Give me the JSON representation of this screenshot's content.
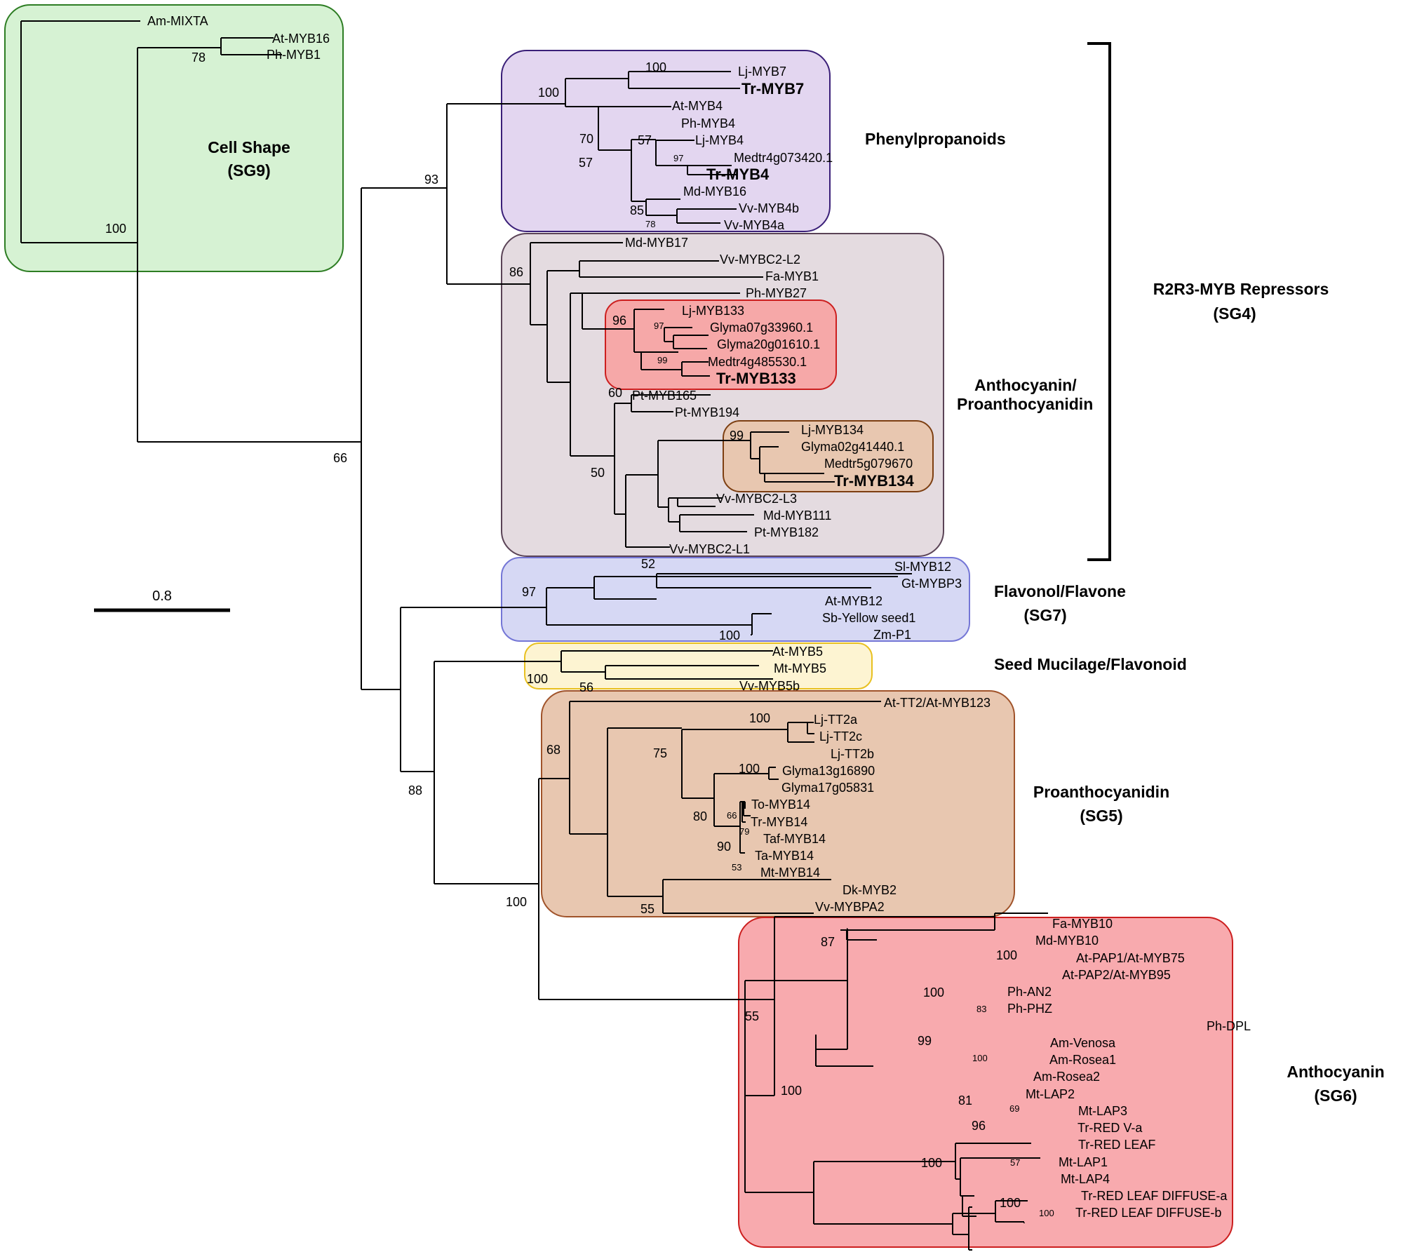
{
  "scale_bar": {
    "label": "0.8"
  },
  "groups": [
    {
      "id": "cell-shape",
      "fill": "#d6f2d3",
      "stroke": "#2d7d23",
      "label": [
        "Cell Shape",
        "(SG9)"
      ]
    },
    {
      "id": "phenylpropanoids",
      "fill": "#e3d6f0",
      "stroke": "#3a1f78",
      "label": [
        "Phenylpropanoids"
      ]
    },
    {
      "id": "anthocyanin-proanthocyanidin",
      "fill": "#e4dbe0",
      "stroke": "#5a4356",
      "label": [
        "Anthocyanin/",
        "Proanthocyanidin"
      ]
    },
    {
      "id": "myb133-subclade",
      "fill": "#f6a8a8",
      "stroke": "#cc1f1f",
      "label": []
    },
    {
      "id": "myb134-subclade",
      "fill": "#e8c7b0",
      "stroke": "#7d3f12",
      "label": []
    },
    {
      "id": "flavonol-flavone",
      "fill": "#d6d8f4",
      "stroke": "#7476d6",
      "label": [
        "Flavonol/Flavone",
        "(SG7)"
      ]
    },
    {
      "id": "seed-mucilage",
      "fill": "#fdf4d2",
      "stroke": "#e8c020",
      "label": [
        "Seed Mucilage/Flavonoid"
      ]
    },
    {
      "id": "proanthocyanidin",
      "fill": "#e8c7b0",
      "stroke": "#a0532a",
      "label": [
        "Proanthocyanidin",
        "(SG5)"
      ]
    },
    {
      "id": "anthocyanin",
      "fill": "#f8aaae",
      "stroke": "#cc1f1f",
      "label": [
        "Anthocyanin",
        "(SG6)"
      ]
    }
  ],
  "repressors_bracket": {
    "label": [
      "R2R3-MYB Repressors",
      "(SG4)"
    ]
  },
  "leaves": [
    {
      "name": "Am-MIXTA",
      "bold": false
    },
    {
      "name": "At-MYB16",
      "bold": false
    },
    {
      "name": "Ph-MYB1",
      "bold": false
    },
    {
      "name": "Lj-MYB7",
      "bold": false
    },
    {
      "name": "Tr-MYB7",
      "bold": true
    },
    {
      "name": "At-MYB4",
      "bold": false
    },
    {
      "name": "Ph-MYB4",
      "bold": false
    },
    {
      "name": "Lj-MYB4",
      "bold": false
    },
    {
      "name": "Medtr4g073420.1",
      "bold": false
    },
    {
      "name": "Tr-MYB4",
      "bold": true
    },
    {
      "name": "Md-MYB16",
      "bold": false
    },
    {
      "name": "Vv-MYB4b",
      "bold": false
    },
    {
      "name": "Vv-MYB4a",
      "bold": false
    },
    {
      "name": "Md-MYB17",
      "bold": false
    },
    {
      "name": "Vv-MYBC2-L2",
      "bold": false
    },
    {
      "name": "Fa-MYB1",
      "bold": false
    },
    {
      "name": "Ph-MYB27",
      "bold": false
    },
    {
      "name": "Lj-MYB133",
      "bold": false
    },
    {
      "name": "Glyma07g33960.1",
      "bold": false
    },
    {
      "name": "Glyma20g01610.1",
      "bold": false
    },
    {
      "name": "Medtr4g485530.1",
      "bold": false
    },
    {
      "name": "Tr-MYB133",
      "bold": true
    },
    {
      "name": "Pt-MYB165",
      "bold": false
    },
    {
      "name": "Pt-MYB194",
      "bold": false
    },
    {
      "name": "Lj-MYB134",
      "bold": false
    },
    {
      "name": "Glyma02g41440.1",
      "bold": false
    },
    {
      "name": "Medtr5g079670",
      "bold": false
    },
    {
      "name": "Tr-MYB134",
      "bold": true
    },
    {
      "name": "Vv-MYBC2-L3",
      "bold": false
    },
    {
      "name": "Md-MYB111",
      "bold": false
    },
    {
      "name": "Pt-MYB182",
      "bold": false
    },
    {
      "name": "Vv-MYBC2-L1",
      "bold": false
    },
    {
      "name": "Sl-MYB12",
      "bold": false
    },
    {
      "name": "Gt-MYBP3",
      "bold": false
    },
    {
      "name": "At-MYB12",
      "bold": false
    },
    {
      "name": "Sb-Yellow seed1",
      "bold": false
    },
    {
      "name": "Zm-P1",
      "bold": false
    },
    {
      "name": "At-MYB5",
      "bold": false
    },
    {
      "name": "Mt-MYB5",
      "bold": false
    },
    {
      "name": "Vv-MYB5b",
      "bold": false
    },
    {
      "name": "At-TT2/At-MYB123",
      "bold": false
    },
    {
      "name": "Lj-TT2a",
      "bold": false
    },
    {
      "name": "Lj-TT2c",
      "bold": false
    },
    {
      "name": "Lj-TT2b",
      "bold": false
    },
    {
      "name": "Glyma13g16890",
      "bold": false
    },
    {
      "name": "Glyma17g05831",
      "bold": false
    },
    {
      "name": "To-MYB14",
      "bold": false
    },
    {
      "name": "Tr-MYB14",
      "bold": false
    },
    {
      "name": "Taf-MYB14",
      "bold": false
    },
    {
      "name": "Ta-MYB14",
      "bold": false
    },
    {
      "name": "Mt-MYB14",
      "bold": false
    },
    {
      "name": "Dk-MYB2",
      "bold": false
    },
    {
      "name": "Vv-MYBPA2",
      "bold": false
    },
    {
      "name": "Fa-MYB10",
      "bold": false
    },
    {
      "name": "Md-MYB10",
      "bold": false
    },
    {
      "name": "At-PAP1/At-MYB75",
      "bold": false
    },
    {
      "name": "At-PAP2/At-MYB95",
      "bold": false
    },
    {
      "name": "Ph-AN2",
      "bold": false
    },
    {
      "name": "Ph-PHZ",
      "bold": false
    },
    {
      "name": "Ph-DPL",
      "bold": false
    },
    {
      "name": "Am-Venosa",
      "bold": false
    },
    {
      "name": "Am-Rosea1",
      "bold": false
    },
    {
      "name": "Am-Rosea2",
      "bold": false
    },
    {
      "name": "Mt-LAP2",
      "bold": false
    },
    {
      "name": "Mt-LAP3",
      "bold": false
    },
    {
      "name": "Tr-RED V-a",
      "bold": false
    },
    {
      "name": "Tr-RED LEAF",
      "bold": false
    },
    {
      "name": "Mt-LAP1",
      "bold": false
    },
    {
      "name": "Mt-LAP4",
      "bold": false
    },
    {
      "name": "Tr-RED LEAF DIFFUSE-a",
      "bold": false
    },
    {
      "name": "Tr-RED LEAF DIFFUSE-b",
      "bold": false
    }
  ],
  "bootstrap": [
    "78",
    "100",
    "100",
    "100",
    "70",
    "57",
    "57",
    "97",
    "85",
    "78",
    "93",
    "86",
    "96",
    "97",
    "99",
    "60",
    "99",
    "50",
    "66",
    "52",
    "97",
    "100",
    "100",
    "56",
    "68",
    "100",
    "75",
    "100",
    "80",
    "66",
    "79",
    "90",
    "53",
    "55",
    "88",
    "100",
    "87",
    "100",
    "100",
    "83",
    "99",
    "100",
    "55",
    "100",
    "81",
    "69",
    "96",
    "57",
    "100",
    "100",
    "100"
  ]
}
